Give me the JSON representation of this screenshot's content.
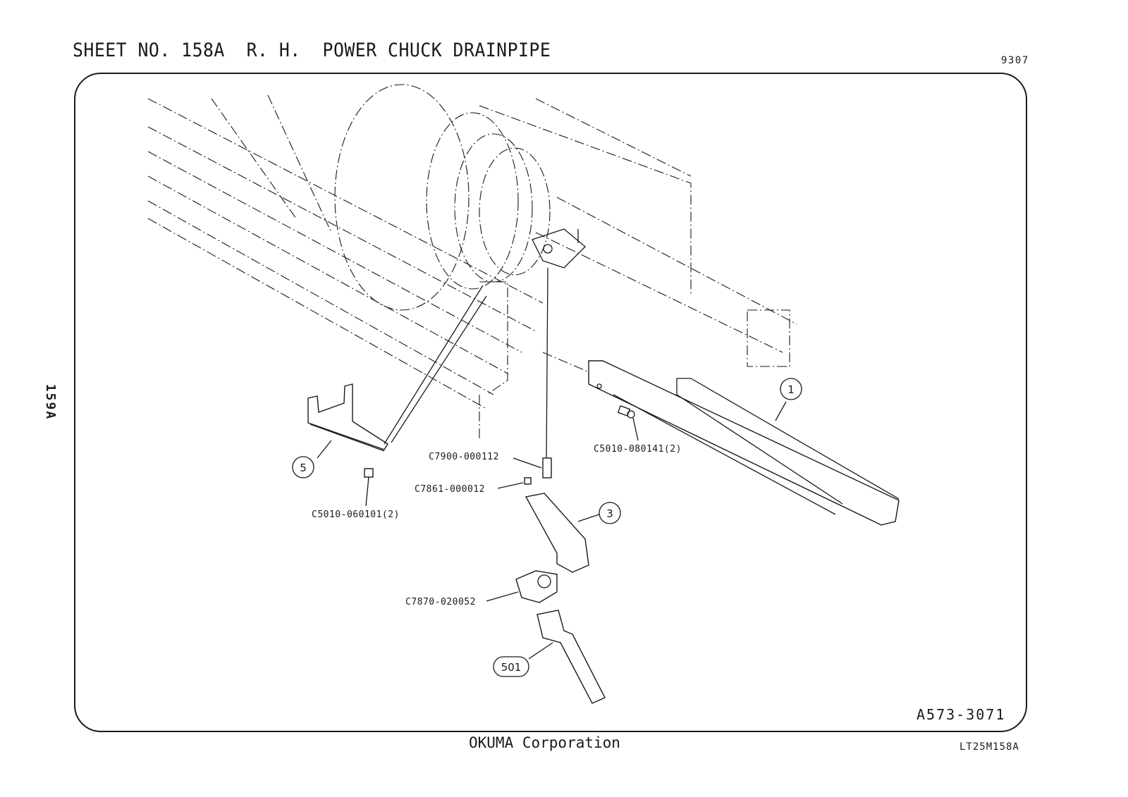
{
  "header": {
    "title": "SHEET NO. 158A  R. H.  POWER CHUCK DRAINPIPE",
    "code": "9307"
  },
  "side_page_number": "159A",
  "diagram": {
    "drawing_number": "A573-3071",
    "callouts": [
      {
        "id": "1"
      },
      {
        "id": "3"
      },
      {
        "id": "5"
      },
      {
        "id": "501"
      }
    ],
    "part_labels": [
      {
        "text": "C5010-080141(2)"
      },
      {
        "text": "C7900-000112"
      },
      {
        "text": "C7861-000012"
      },
      {
        "text": "C5010-060101(2)"
      },
      {
        "text": "C7870-020052"
      }
    ]
  },
  "footer": {
    "maker": "OKUMA Corporation",
    "doc_id": "LT25M158A"
  }
}
